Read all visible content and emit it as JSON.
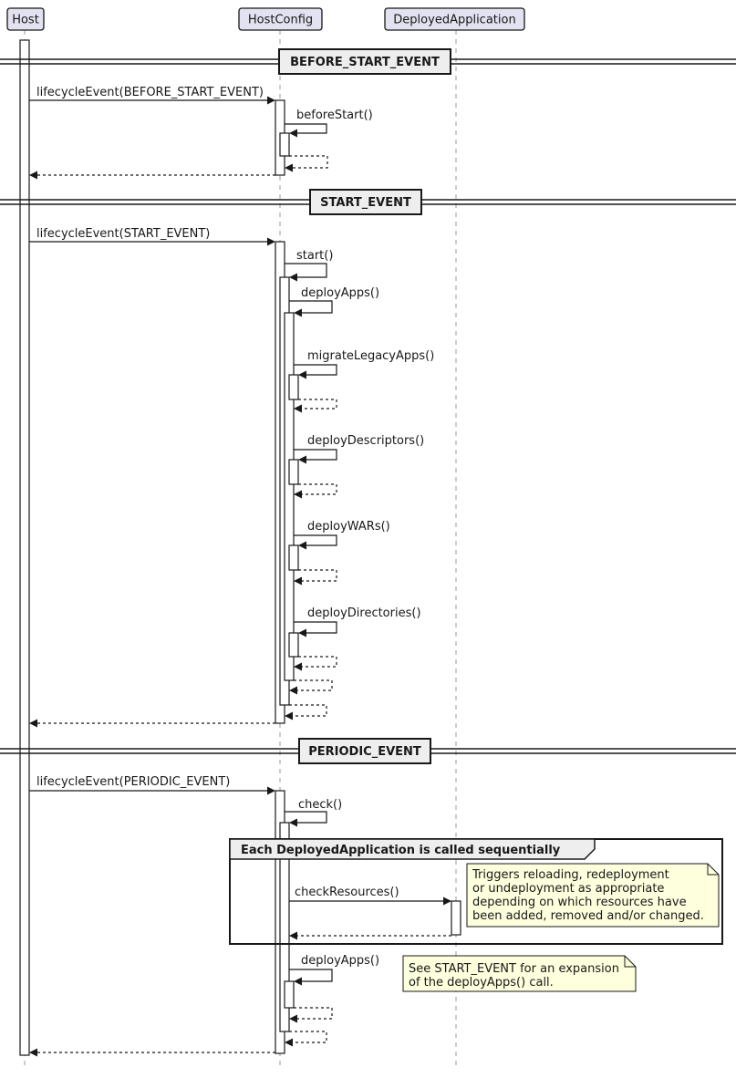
{
  "diagram": {
    "kind": "uml-sequence-diagram"
  },
  "participants": [
    {
      "id": "host",
      "label": "Host"
    },
    {
      "id": "hostconfig",
      "label": "HostConfig"
    },
    {
      "id": "deployedapplication",
      "label": "DeployedApplication"
    }
  ],
  "dividers": [
    {
      "label": "BEFORE_START_EVENT"
    },
    {
      "label": "START_EVENT"
    },
    {
      "label": "PERIODIC_EVENT"
    }
  ],
  "messages": {
    "lifecycle_before_start": "lifecycleEvent(BEFORE_START_EVENT)",
    "before_start": "beforeStart()",
    "lifecycle_start": "lifecycleEvent(START_EVENT)",
    "start": "start()",
    "deploy_apps": "deployApps()",
    "migrate_legacy_apps": "migrateLegacyApps()",
    "deploy_descriptors": "deployDescriptors()",
    "deploy_wars": "deployWARs()",
    "deploy_directories": "deployDirectories()",
    "lifecycle_periodic": "lifecycleEvent(PERIODIC_EVENT)",
    "check": "check()",
    "check_resources": "checkResources()",
    "deploy_apps_periodic": "deployApps()"
  },
  "group": {
    "label": "Each DeployedApplication is called sequentially"
  },
  "notes": {
    "check_resources_note": {
      "lines": [
        "Triggers reloading, redeployment",
        "or undeployment as appropriate",
        "depending on which resources have",
        "been added, removed and/or changed."
      ]
    },
    "deploy_apps_note": {
      "lines": [
        "See START_EVENT for an expansion",
        "of the deployApps() call."
      ]
    }
  },
  "colors": {
    "background": "#FFFFFF",
    "participant_fill": "#E2E2F0",
    "divider_fill": "#EEEEEE",
    "note_fill": "#FEFFDD",
    "line": "#181818",
    "lifeline": "#999999"
  }
}
